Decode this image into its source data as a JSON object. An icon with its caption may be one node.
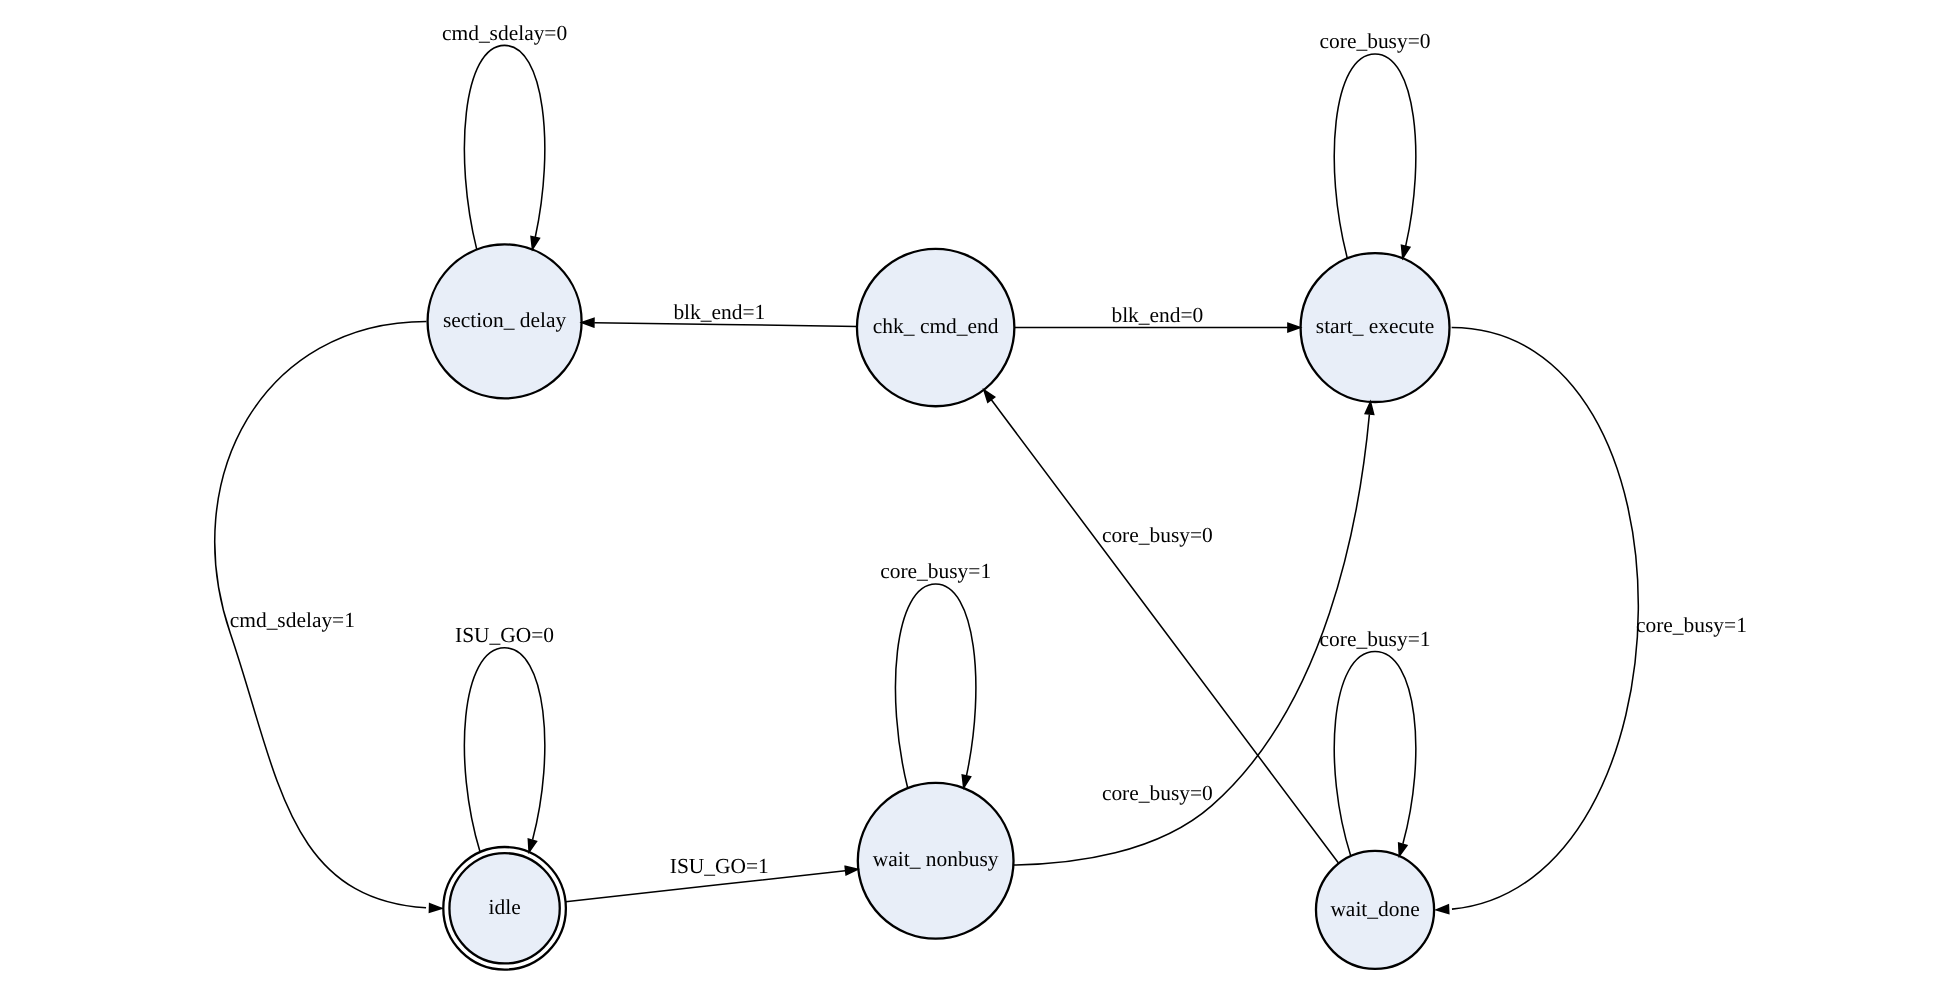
{
  "diagram": {
    "nodes": [
      {
        "text": [
          "idle"
        ]
      },
      {
        "text": [
          "wait_ nonbusy"
        ]
      },
      {
        "text": [
          "start_ execute"
        ]
      },
      {
        "text": [
          "wait_done"
        ]
      },
      {
        "text": [
          "chk_ cmd_end"
        ]
      },
      {
        "text": [
          "section_ delay"
        ]
      }
    ],
    "edges": [
      {
        "from": 0,
        "to": 0,
        "arrow": "to",
        "label": "ISU_GO=0"
      },
      {
        "from": 0,
        "to": 1,
        "arrow": "to",
        "label": "ISU_GO=1"
      },
      {
        "from": 1,
        "to": 1,
        "arrow": "to",
        "label": "core_busy=1"
      },
      {
        "from": 1,
        "to": 2,
        "arrow": "to",
        "label": "core_busy=0"
      },
      {
        "from": 2,
        "to": 2,
        "arrow": "to",
        "label": "core_busy=0"
      },
      {
        "from": 2,
        "to": 3,
        "arrow": "to",
        "label": "core_busy=1"
      },
      {
        "from": 3,
        "to": 3,
        "arrow": "to",
        "label": "core_busy=1"
      },
      {
        "from": 3,
        "to": 4,
        "arrow": "to",
        "label": "core_busy=0"
      },
      {
        "from": 4,
        "to": 2,
        "arrow": "to",
        "label": "blk_end=0"
      },
      {
        "from": 4,
        "to": 5,
        "arrow": "to",
        "label": "blk_end=1"
      },
      {
        "from": 5,
        "to": 5,
        "arrow": "to",
        "label": "cmd_sdelay=0"
      },
      {
        "from": 5,
        "to": 0,
        "arrow": "to",
        "label": "cmd_sdelay=1"
      }
    ]
  }
}
